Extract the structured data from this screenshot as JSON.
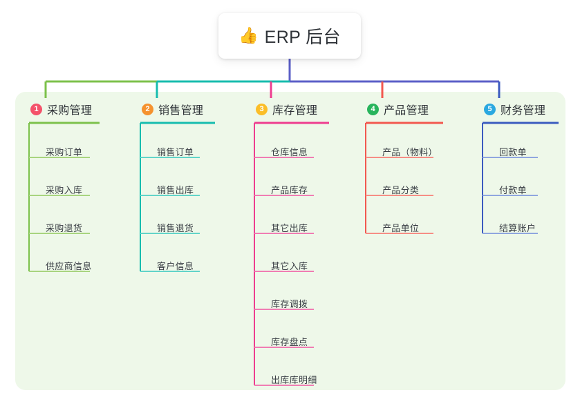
{
  "root": {
    "icon": "thumbs-up-icon",
    "emoji": "👍",
    "title": "ERP 后台"
  },
  "colors": {
    "panel_bg": "#eef8e9",
    "page_bg": "#ffffff",
    "root_line": "#5b5fc7",
    "text": "#2f3338"
  },
  "branches": [
    {
      "index": "1",
      "label": "采购管理",
      "badge_color": "#f4526a",
      "line_color": "#7cc14b",
      "item_line_color": "#a8d47f",
      "items": [
        {
          "label": "采购订单"
        },
        {
          "label": "采购入库"
        },
        {
          "label": "采购退货"
        },
        {
          "label": "供应商信息"
        }
      ]
    },
    {
      "index": "2",
      "label": "销售管理",
      "badge_color": "#f5922e",
      "line_color": "#17bcae",
      "item_line_color": "#62d4c9",
      "items": [
        {
          "label": "销售订单"
        },
        {
          "label": "销售出库"
        },
        {
          "label": "销售退货"
        },
        {
          "label": "客户信息"
        }
      ]
    },
    {
      "index": "3",
      "label": "库存管理",
      "badge_color": "#fbbe28",
      "line_color": "#ee3d8f",
      "item_line_color": "#f07db3",
      "items": [
        {
          "label": "仓库信息"
        },
        {
          "label": "产品库存"
        },
        {
          "label": "其它出库"
        },
        {
          "label": "其它入库"
        },
        {
          "label": "库存调拨"
        },
        {
          "label": "库存盘点"
        },
        {
          "label": "出库库明细"
        }
      ]
    },
    {
      "index": "4",
      "label": "产品管理",
      "badge_color": "#28b45c",
      "line_color": "#f2584f",
      "item_line_color": "#f68e85",
      "items": [
        {
          "label": "产品（物料）"
        },
        {
          "label": "产品分类"
        },
        {
          "label": "产品单位"
        }
      ]
    },
    {
      "index": "5",
      "label": "财务管理",
      "badge_color": "#2aa8e0",
      "line_color": "#3b5bbf",
      "item_line_color": "#8fa6df",
      "items": [
        {
          "label": "回款单"
        },
        {
          "label": "付款单"
        },
        {
          "label": "结算账户"
        }
      ]
    }
  ]
}
